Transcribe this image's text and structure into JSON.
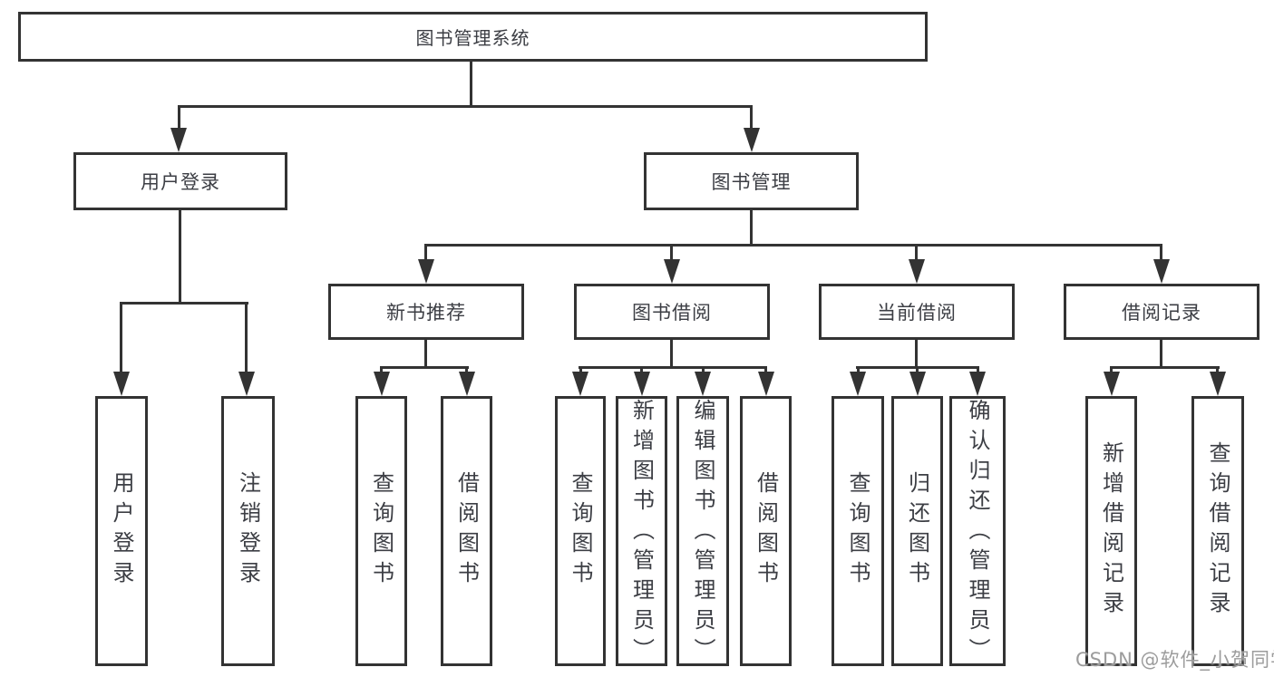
{
  "colors": {
    "line": "#333333",
    "text": "#3c3e44",
    "bg": "#ffffff",
    "watermark": "#9c9c9c"
  },
  "tree": {
    "root": "图书管理系统",
    "children": [
      {
        "label": "用户登录",
        "children": [
          "用户登录",
          "注销登录"
        ]
      },
      {
        "label": "图书管理",
        "children": [
          {
            "label": "新书推荐",
            "children": [
              "查询图书",
              "借阅图书"
            ]
          },
          {
            "label": "图书借阅",
            "children": [
              "查询图书",
              "新增图书（管理员）",
              "编辑图书（管理员）",
              "借阅图书"
            ]
          },
          {
            "label": "当前借阅",
            "children": [
              "查询图书",
              "归还图书",
              "确认归还（管理员）"
            ]
          },
          {
            "label": "借阅记录",
            "children": [
              "新增借阅记录",
              "查询借阅记录"
            ]
          }
        ]
      }
    ]
  },
  "watermark": {
    "text": "CSDN @软件_小贺同学"
  }
}
